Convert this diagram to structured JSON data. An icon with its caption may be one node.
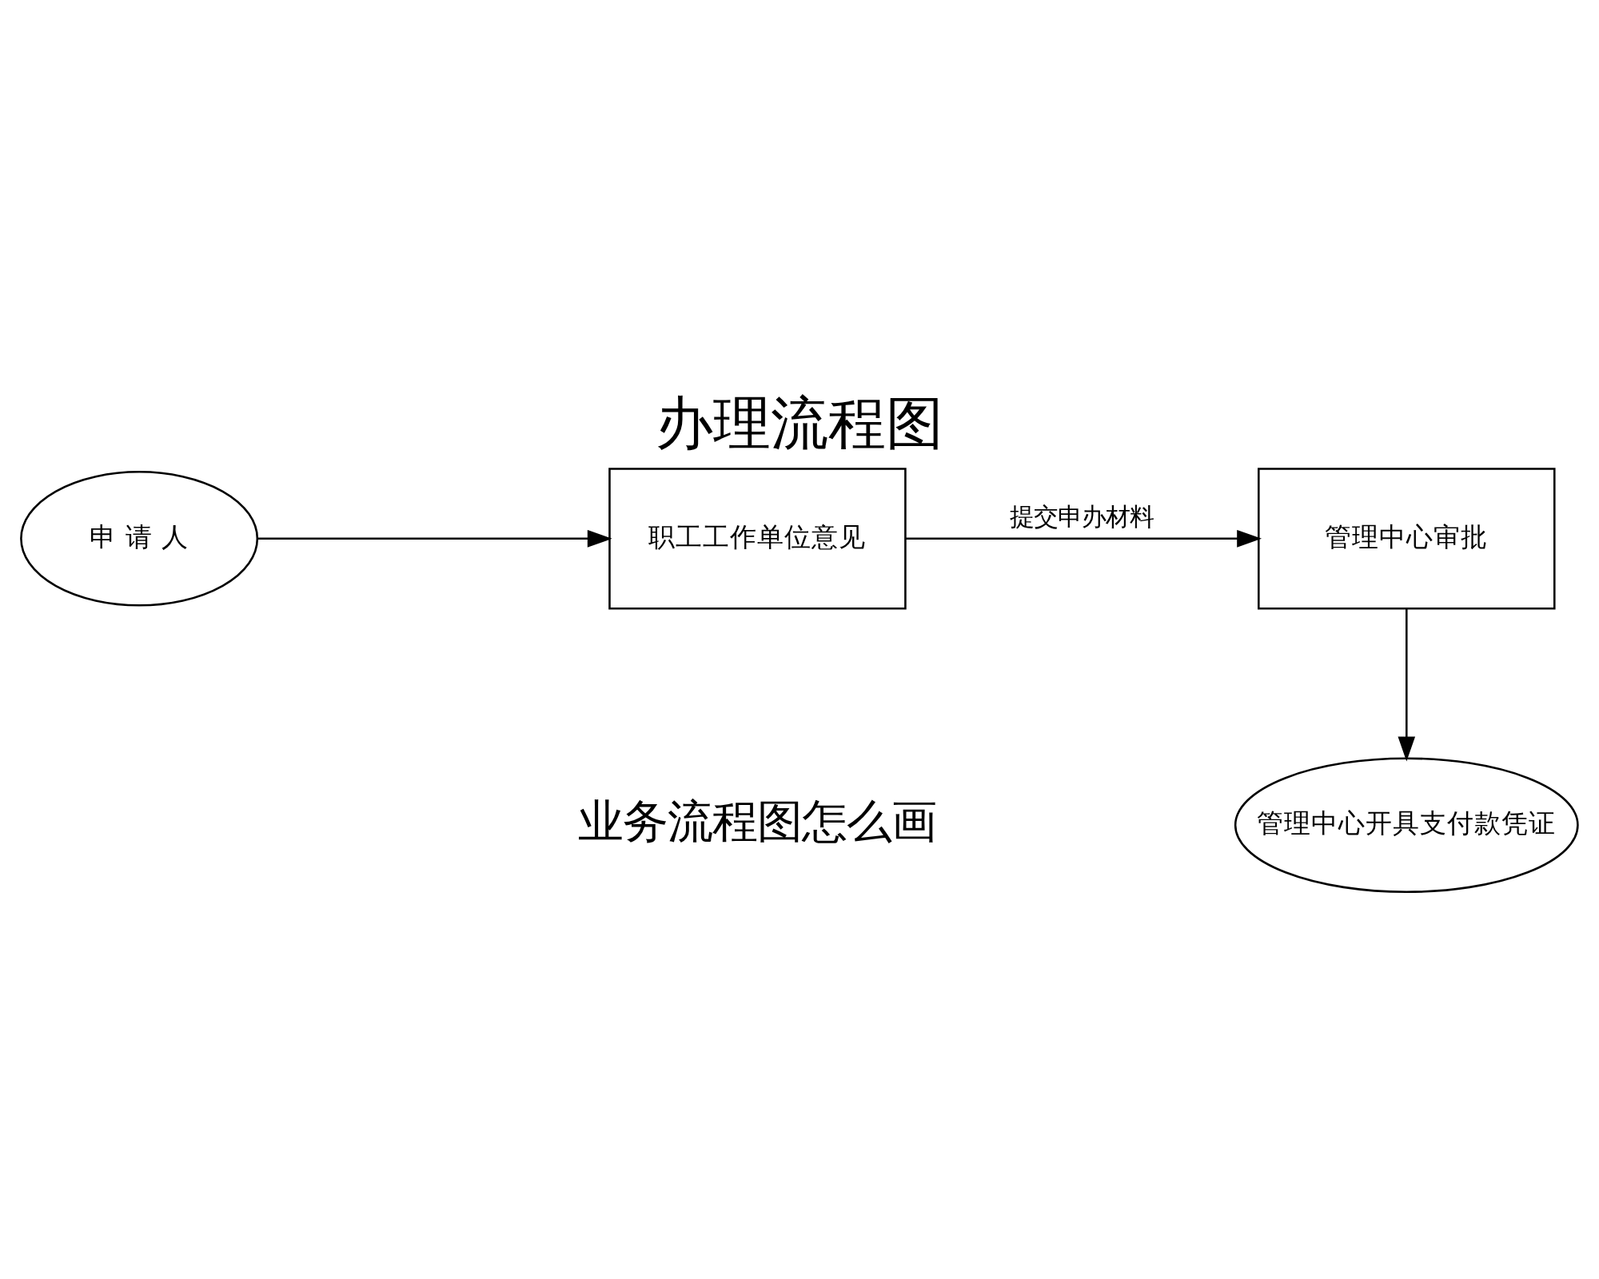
{
  "diagram": {
    "title": "办理流程图",
    "nodes": [
      {
        "text": [
          "申 请 人"
        ]
      },
      {
        "text": [
          "职工工作单位意见"
        ]
      },
      {
        "text": [
          "管理中心审批"
        ]
      },
      {
        "text": [
          "管理中心开具支付款凭证"
        ]
      }
    ],
    "edges": [
      {
        "from": 0,
        "to": 1,
        "arrow": "to"
      },
      {
        "from": 1,
        "to": 2,
        "arrow": "to",
        "label": "提交申办材料"
      },
      {
        "from": 2,
        "to": 3,
        "arrow": "to"
      }
    ],
    "labels": [
      "业务流程图怎么画"
    ]
  }
}
